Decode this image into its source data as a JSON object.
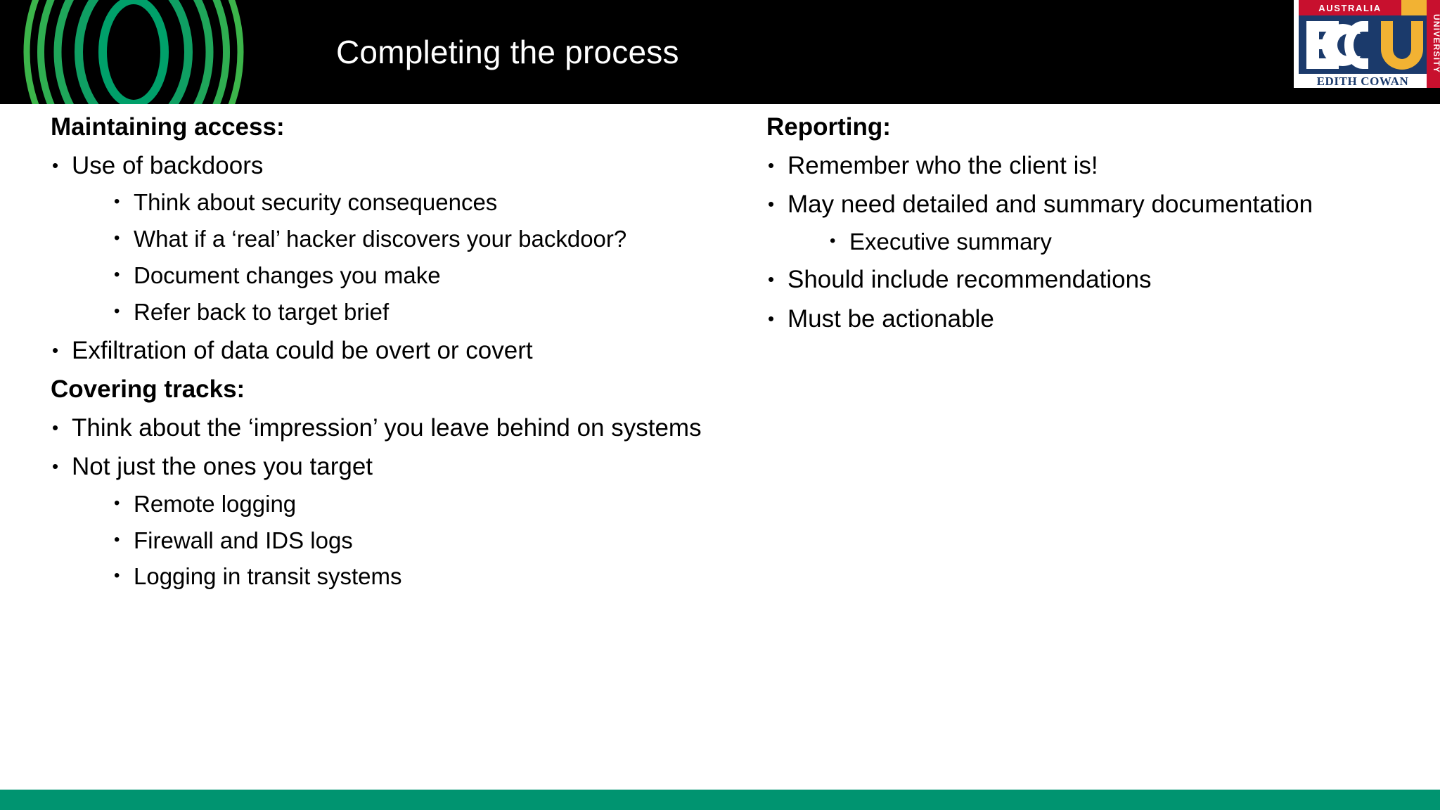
{
  "slide": {
    "title": "Completing the process",
    "theme": {
      "header_background": "#000000",
      "title_color": "#ffffff",
      "ring_colors": [
        "#00a06a",
        "#0d9e66",
        "#2aab52",
        "#3cb54a"
      ],
      "footer_bar_color": "#009470",
      "body_text_color": "#000000",
      "body_background": "#ffffff"
    },
    "bullet_glyph": "•"
  },
  "logo": {
    "name": "edith-cowan-university-logo",
    "top_banner": "AUSTRALIA",
    "acronym": "ECU",
    "vertical_text": "UNIVERSITY",
    "bottom_text": "EDITH COWAN",
    "colors": {
      "red": "#c8102e",
      "blue": "#1b3a6b",
      "gold": "#f2b233",
      "white": "#ffffff"
    }
  },
  "left_column": {
    "section1_heading": "Maintaining access:",
    "items": [
      {
        "text": "Use of backdoors",
        "children": [
          "Think about security consequences",
          "What if a ‘real’ hacker discovers your backdoor?",
          "Document changes you make",
          "Refer back to target brief"
        ]
      },
      {
        "text": "Exfiltration of data could be overt or covert",
        "children": []
      }
    ],
    "section2_heading": "Covering tracks:",
    "items2": [
      {
        "text": "Think about the ‘impression’ you leave behind on systems",
        "children": []
      },
      {
        "text": "Not just the ones you target",
        "children": [
          "Remote logging",
          "Firewall and IDS logs",
          "Logging in transit systems"
        ]
      }
    ]
  },
  "right_column": {
    "section_heading": "Reporting:",
    "items": [
      {
        "text": "Remember who the client is!",
        "children": []
      },
      {
        "text": "May need detailed and summary documentation",
        "children": [
          "Executive summary"
        ]
      },
      {
        "text": "Should include recommendations",
        "children": []
      },
      {
        "text": "Must be actionable",
        "children": []
      }
    ]
  }
}
